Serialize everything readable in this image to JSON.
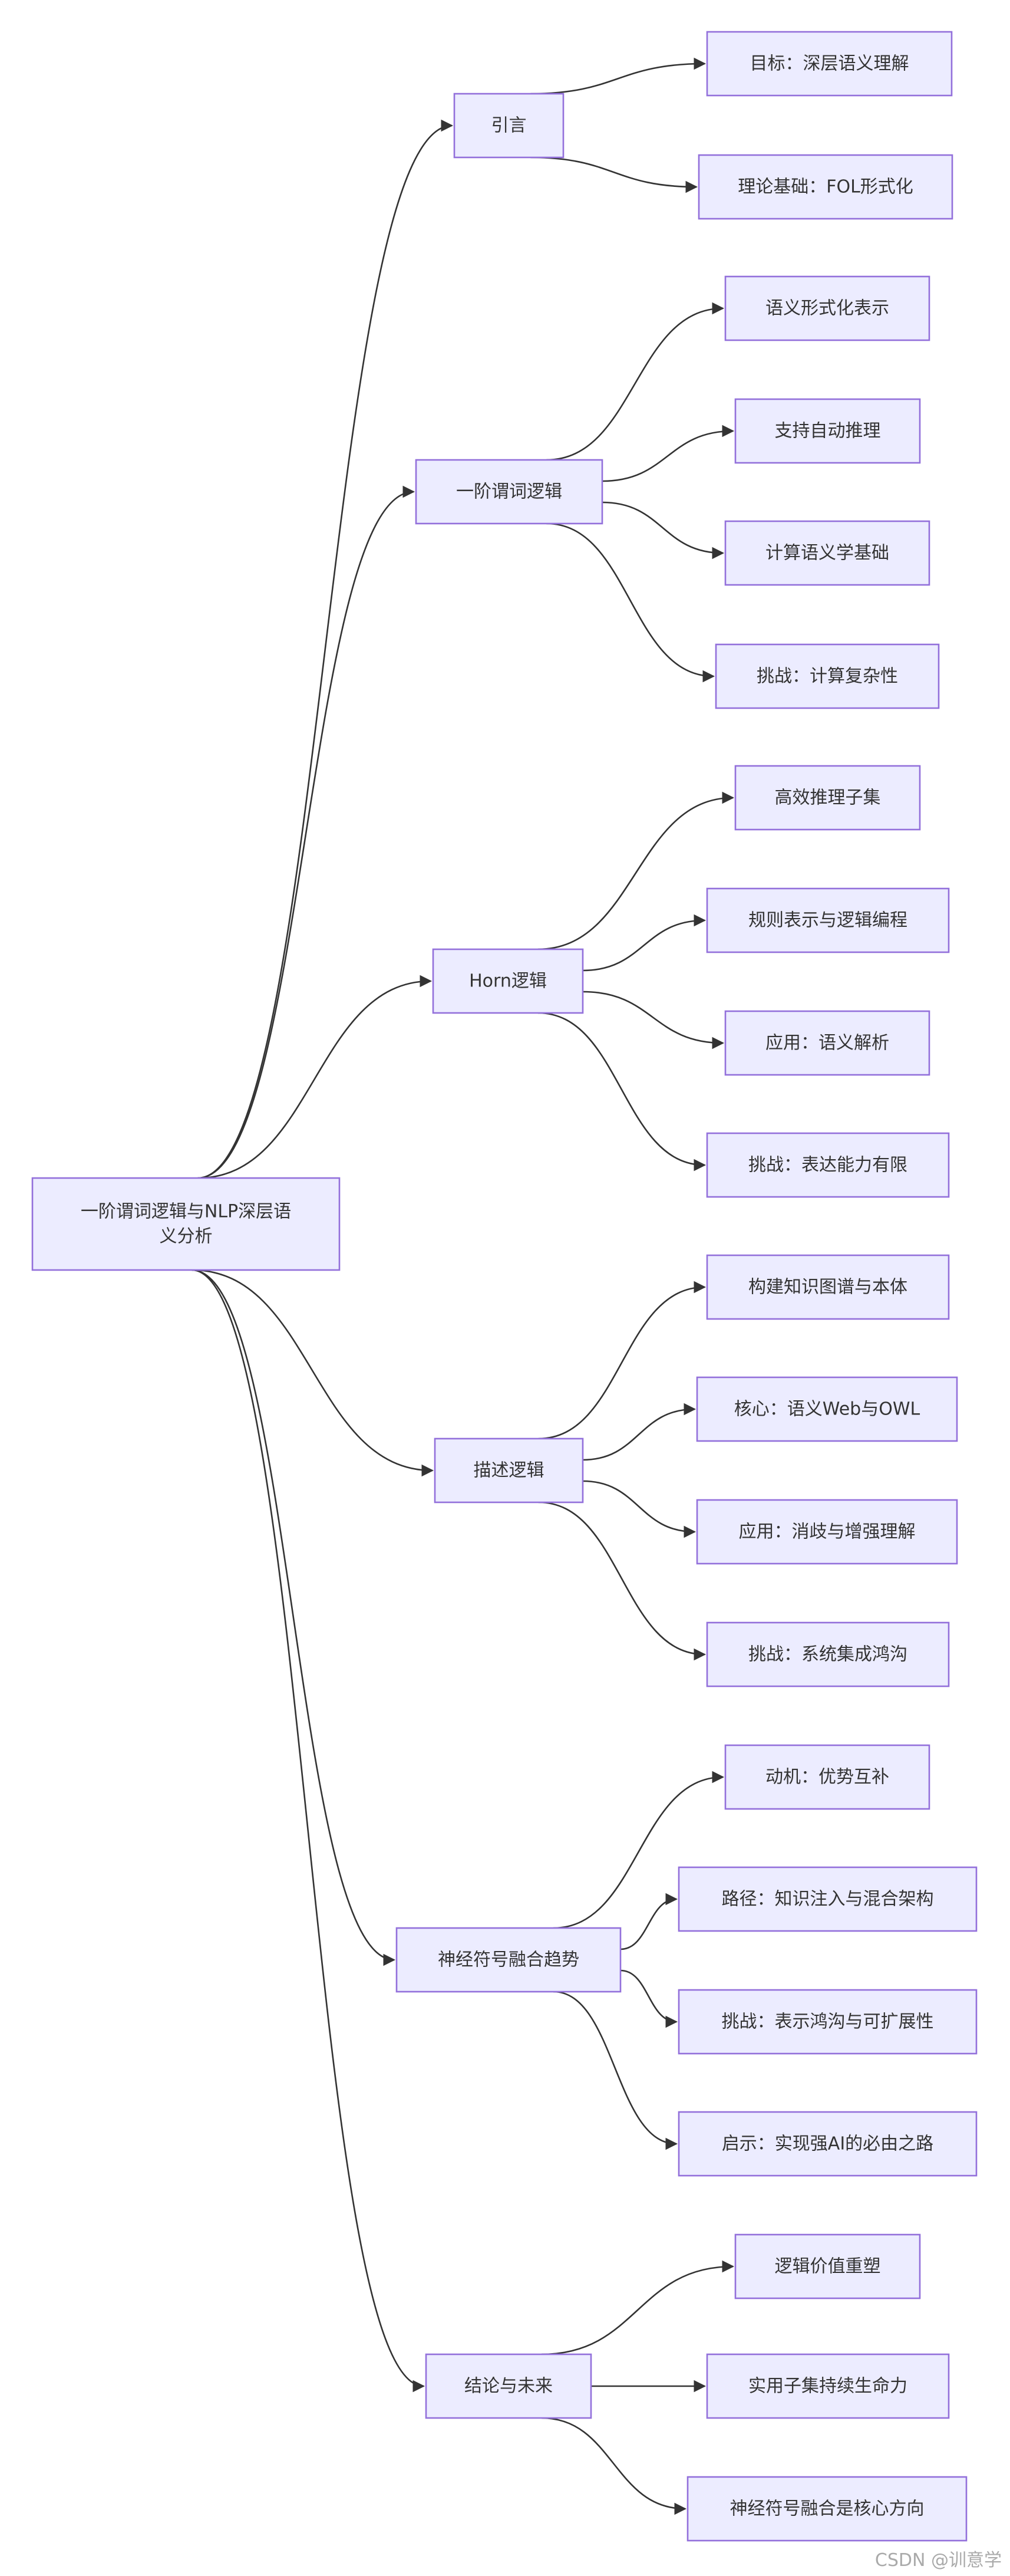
{
  "root": {
    "lines": [
      "一阶谓词逻辑与NLP深层语",
      "义分析"
    ]
  },
  "branches": [
    {
      "label": "引言",
      "children": [
        "目标：深层语义理解",
        "理论基础：FOL形式化"
      ]
    },
    {
      "label": "一阶谓词逻辑",
      "children": [
        "语义形式化表示",
        "支持自动推理",
        "计算语义学基础",
        "挑战：计算复杂性"
      ]
    },
    {
      "label": "Horn逻辑",
      "children": [
        "高效推理子集",
        "规则表示与逻辑编程",
        "应用：语义解析",
        "挑战：表达能力有限"
      ]
    },
    {
      "label": "描述逻辑",
      "children": [
        "构建知识图谱与本体",
        "核心：语义Web与OWL",
        "应用：消歧与增强理解",
        "挑战：系统集成鸿沟"
      ]
    },
    {
      "label": "神经符号融合趋势",
      "children": [
        "动机：优势互补",
        "路径：知识注入与混合架构",
        "挑战：表示鸿沟与可扩展性",
        "启示：实现强AI的必由之路"
      ]
    },
    {
      "label": "结论与未来",
      "children": [
        "逻辑价值重塑",
        "实用子集持续生命力",
        "神经符号融合是核心方向"
      ]
    }
  ],
  "watermark": "CSDN @训意学",
  "colors": {
    "node_fill": "#ECECFF",
    "node_stroke": "#9370DB",
    "edge": "#333333"
  }
}
